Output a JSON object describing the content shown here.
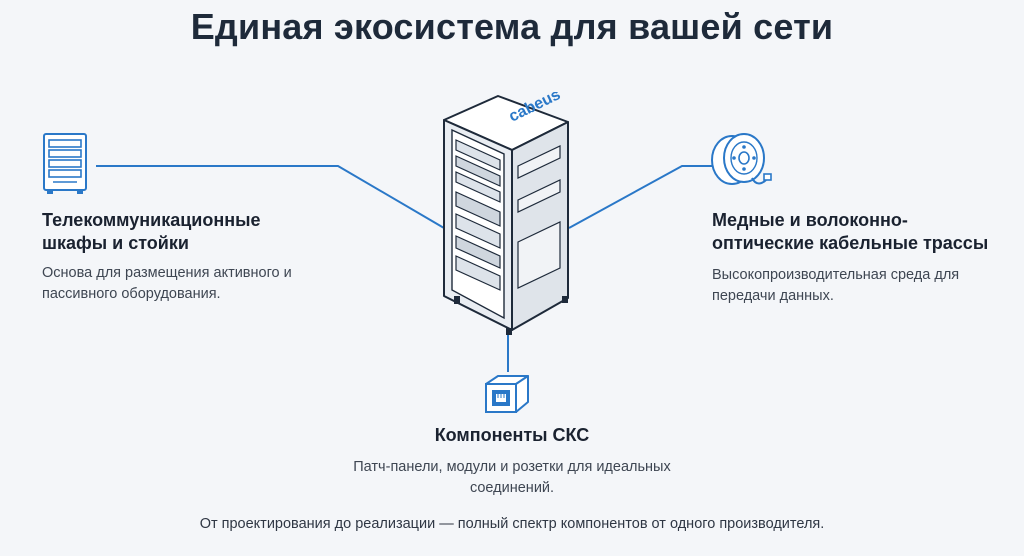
{
  "title": "Единая экосистема для вашей сети",
  "left": {
    "heading": "Телекоммуникационные шкафы и стойки",
    "description": "Основа для размещения активного и пассивного оборудования.",
    "icon": "server-cabinet-icon"
  },
  "right": {
    "heading": "Медные и волоконно-оптические кабельные трассы",
    "description": "Высокопроизводительная среда для передачи данных.",
    "icon": "cable-reel-icon"
  },
  "bottom": {
    "heading": "Компоненты СКС",
    "description": "Патч-панели, модули и розетки для идеальных соединений.",
    "icon": "keystone-jack-icon"
  },
  "rack": {
    "brand": "cabeus",
    "icon": "server-rack-illustration"
  },
  "footer": "От проектирования до реализации — полный спектр компонентов от одного производителя.",
  "colors": {
    "accent": "#2a78c8",
    "title": "#1e2a3a",
    "background": "#f4f6f9"
  }
}
